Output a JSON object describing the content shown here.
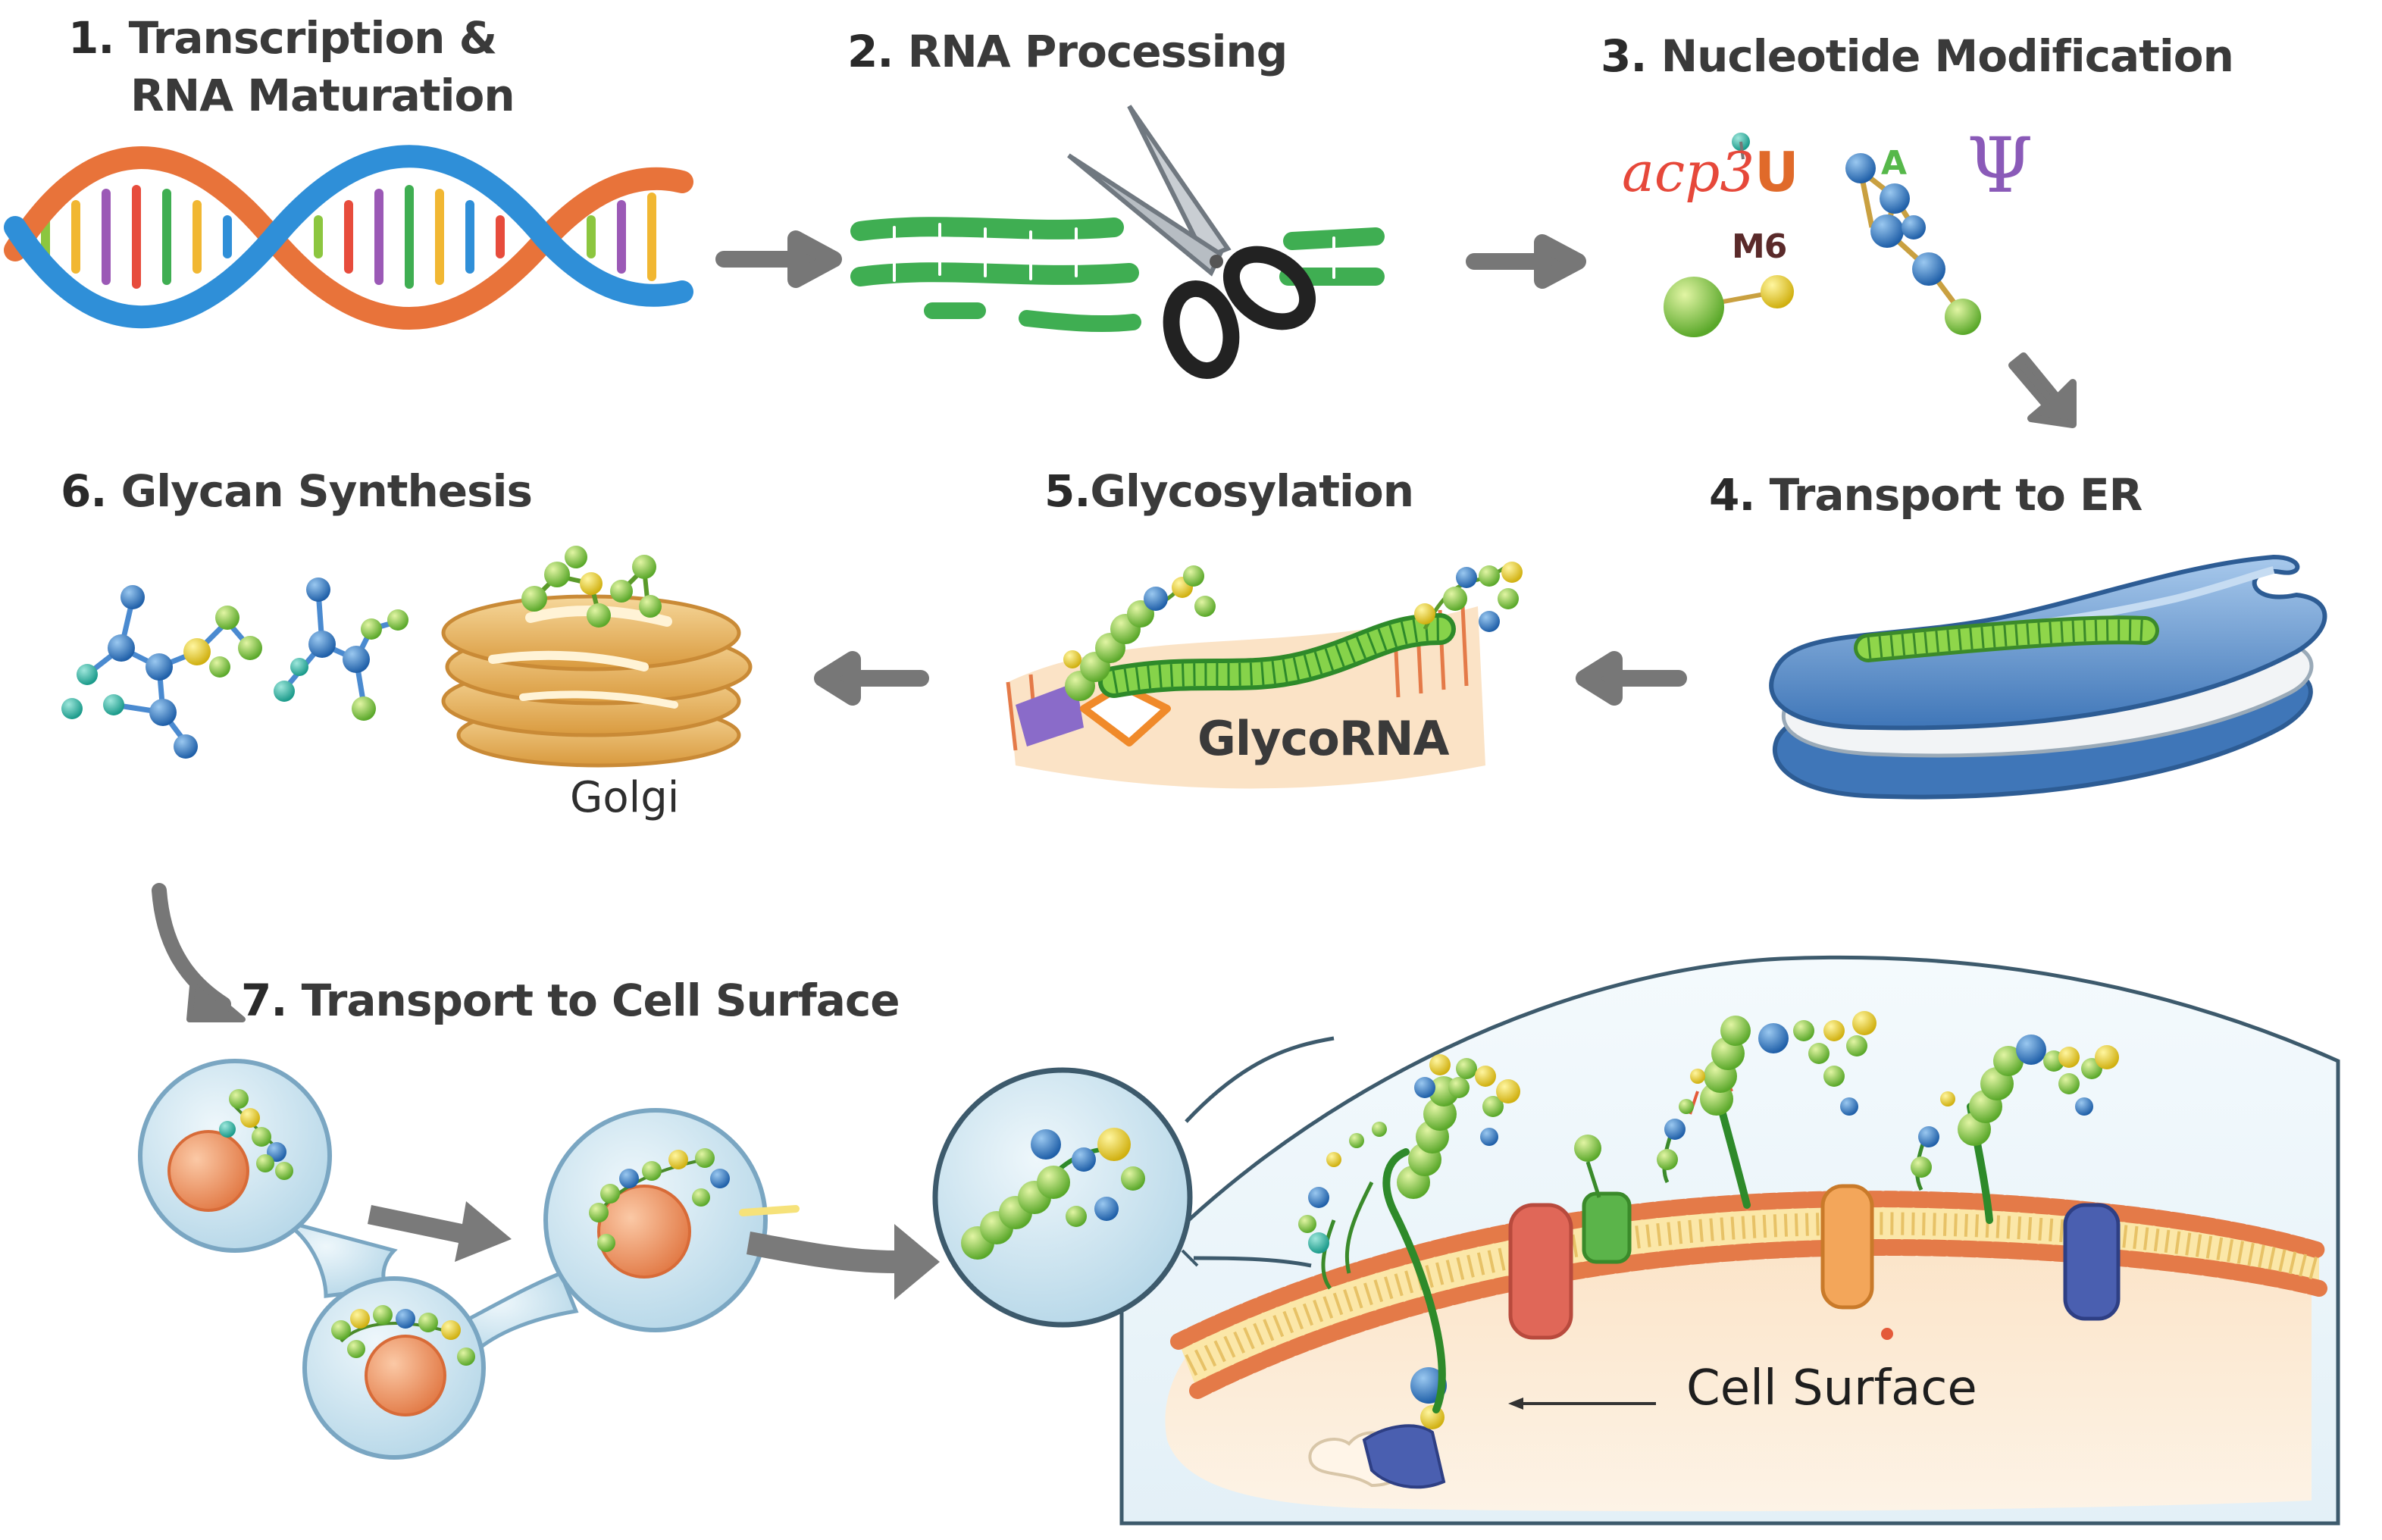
{
  "steps": [
    {
      "num": "1.",
      "text_line1": "Transcription &",
      "text_line2": "RNA Maturation"
    },
    {
      "num": "2.",
      "text": "RNA Processing"
    },
    {
      "num": "3.",
      "text": "Nucleotide Modification"
    },
    {
      "num": "4.",
      "text": "Transport to ER"
    },
    {
      "num": "5.",
      "text": "Glycosylation"
    },
    {
      "num": "6.",
      "text": "Glycan Synthesis"
    },
    {
      "num": "7.",
      "text": "Transport to Cell Surface"
    }
  ],
  "modifications": {
    "acp3u_prefix": "acp3",
    "acp3u_suffix": "U",
    "m6": "M6",
    "a": "A",
    "psi": "Ψ"
  },
  "labels": {
    "golgi": "Golgi",
    "glycorna": "GlycoRNA",
    "cell_surface": "Cell Surface"
  },
  "colors": {
    "arrow": "#777777",
    "rna_green": "#3fae52",
    "glycan_blue": "#2f6fb0",
    "glycan_green": "#8cc63f",
    "glycan_yellow": "#e8d020",
    "golgi": "#e9b566",
    "er": "#5b8fc9",
    "membrane": "#e47a48",
    "vesicle": "#cfe6f1"
  }
}
